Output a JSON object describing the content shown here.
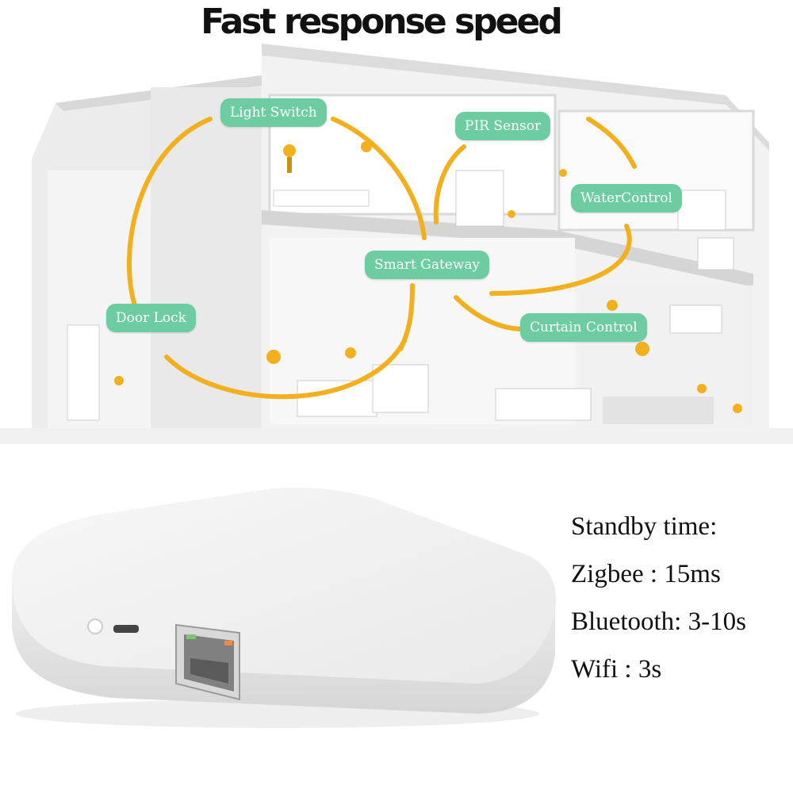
{
  "headline": "Fast response speed",
  "nodes": {
    "light_switch": "Light Switch",
    "pir_sensor": "PIR Sensor",
    "water_control": "WaterControl",
    "smart_gateway": "Smart Gateway",
    "door_lock": "Door Lock",
    "curtain_control": "Curtain Control"
  },
  "specs": {
    "standby": "Standby time:",
    "zigbee": "Zigbee : 15ms",
    "bluetooth": "Bluetooth: 3-10s",
    "wifi": "Wifi : 3s"
  },
  "colors": {
    "label_bg": "#6dcca1",
    "arc": "#f2b01e",
    "house": "#e6e6e6"
  }
}
